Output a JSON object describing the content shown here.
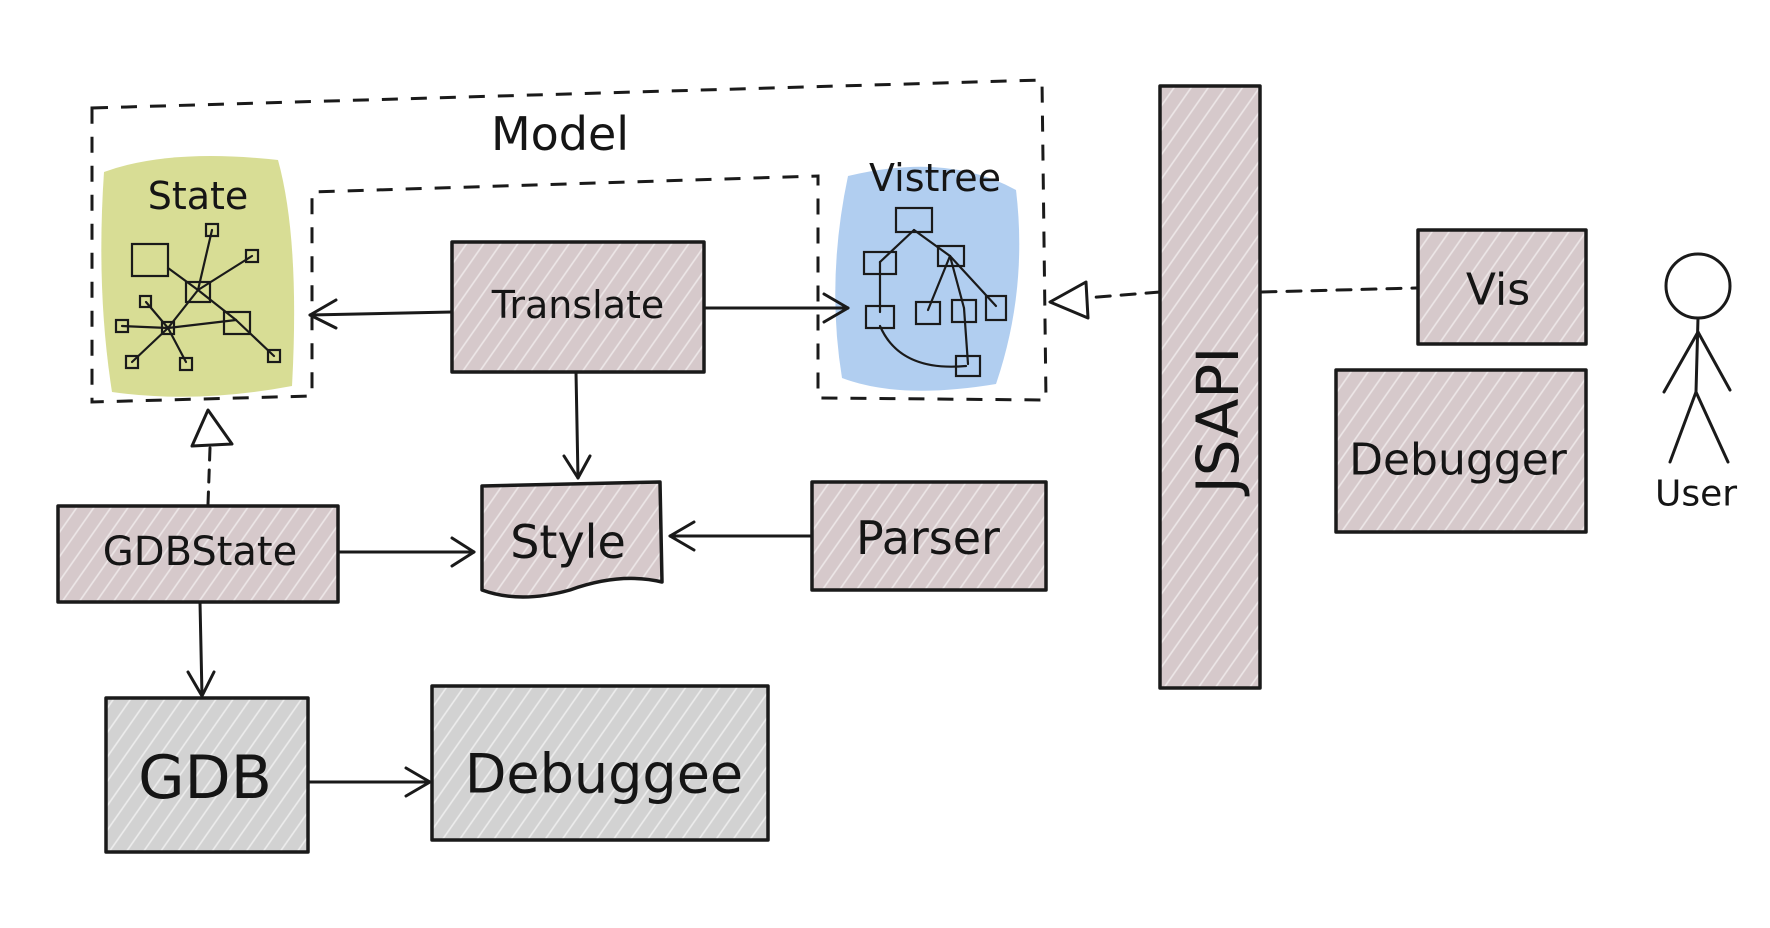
{
  "labels": {
    "model": "Model",
    "state": "State",
    "vistree": "Vistree",
    "translate": "Translate",
    "style": "Style",
    "parser": "Parser",
    "gdbstate": "GDBState",
    "gdb": "GDB",
    "debuggee": "Debuggee",
    "jsapi": "JSAPI",
    "vis": "Vis",
    "debugger": "Debugger",
    "user": "User"
  },
  "colors": {
    "box_fill": "#d6c9cb",
    "gray_fill": "#d2d2d2",
    "state_blob": "#d4d98a",
    "vistree_blob": "#a9c9ee",
    "ink": "#1a1a1a"
  }
}
